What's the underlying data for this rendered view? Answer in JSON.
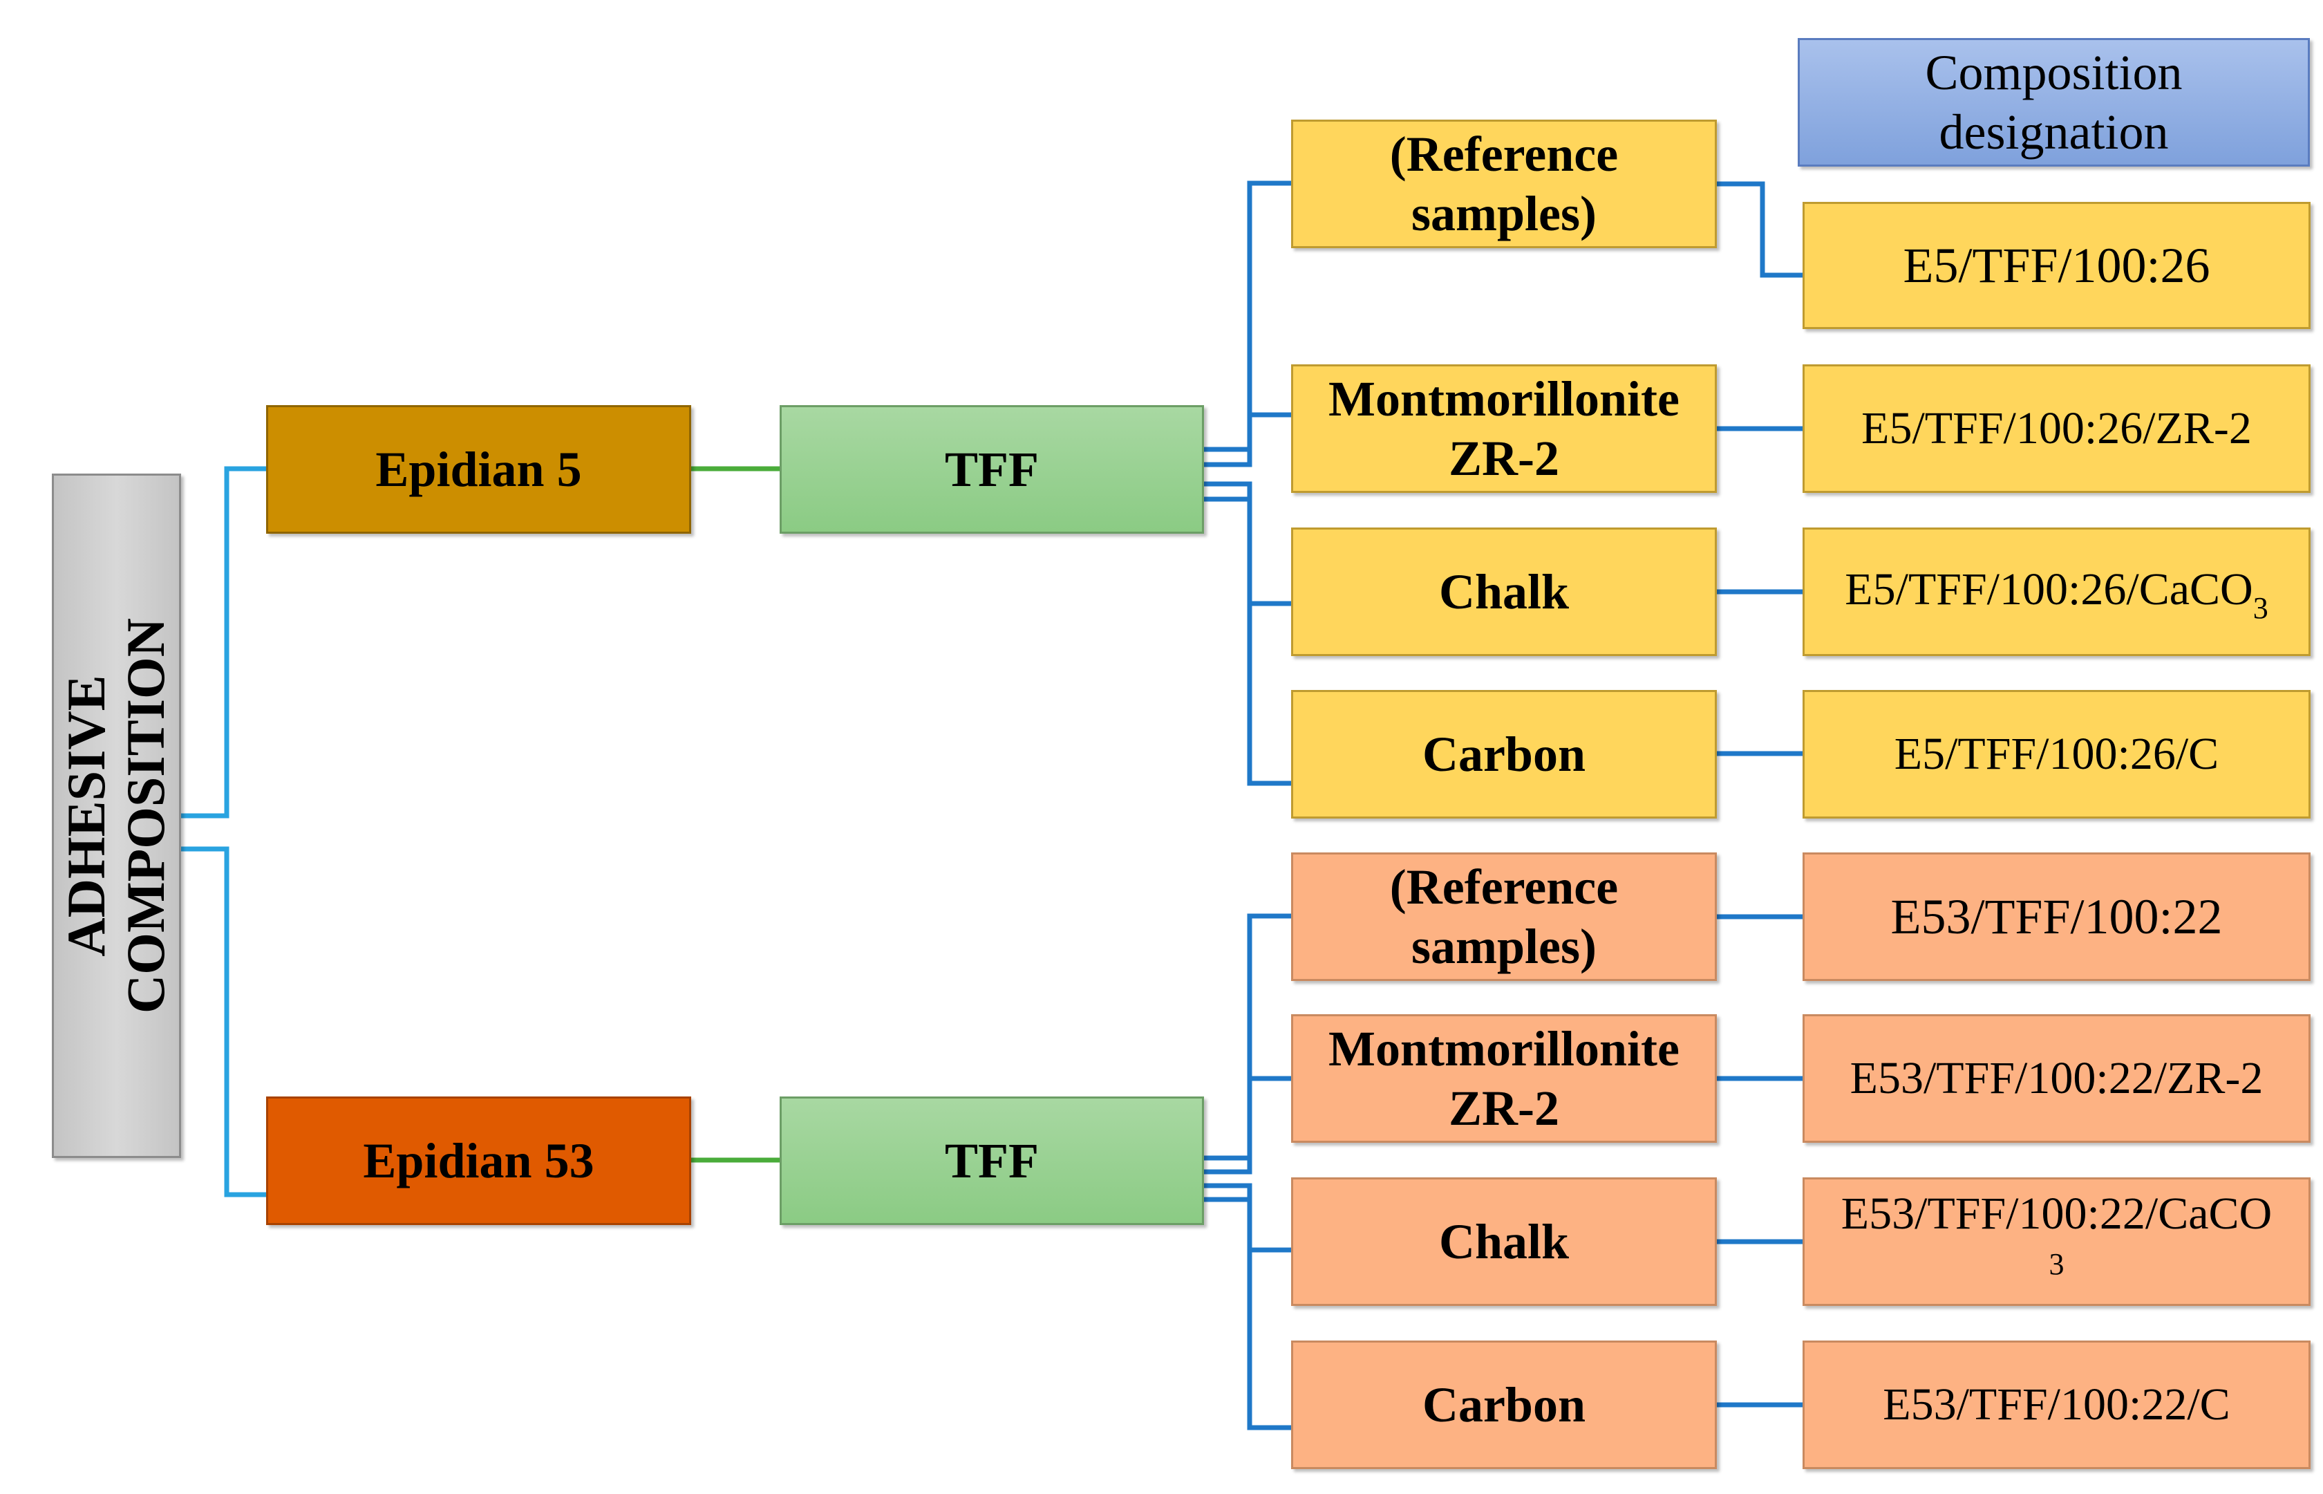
{
  "colors": {
    "root": "#cfcfcf",
    "epidian5": "#cc8e00",
    "epidian53": "#e05a00",
    "tff": "#97d190",
    "filler_e5": "#ffd65c",
    "filler_e53": "#fdb283",
    "header": "#8eade4",
    "connector_blue": "#1f78c8",
    "connector_light": "#29a3e0",
    "connector_green": "#4aac3a"
  },
  "root": {
    "line1": "ADHESIVE",
    "line2": "COMPOSITION"
  },
  "header": {
    "line1": "Composition",
    "line2": "designation"
  },
  "branches": [
    {
      "resin": "Epidian 5",
      "hardener": "TFF",
      "fillers": [
        {
          "label1": "(Reference",
          "label2": "samples)",
          "designation": "E5/TFF/100:26"
        },
        {
          "label1": "Montmorillonite",
          "label2": "ZR-2",
          "designation": "E5/TFF/100:26/ZR-2"
        },
        {
          "label1": "Chalk",
          "designation_main": "E5/TFF/100:26/CaCO",
          "designation_sub": "3"
        },
        {
          "label1": "Carbon",
          "designation": "E5/TFF/100:26/C"
        }
      ]
    },
    {
      "resin": "Epidian 53",
      "hardener": "TFF",
      "fillers": [
        {
          "label1": "(Reference",
          "label2": "samples)",
          "designation": "E53/TFF/100:22"
        },
        {
          "label1": "Montmorillonite",
          "label2": "ZR-2",
          "designation": "E53/TFF/100:22/ZR-2"
        },
        {
          "label1": "Chalk",
          "designation_main": "E53/TFF/100:22/CaCO",
          "designation_sub": "3"
        },
        {
          "label1": "Carbon",
          "designation": "E53/TFF/100:22/C"
        }
      ]
    }
  ]
}
